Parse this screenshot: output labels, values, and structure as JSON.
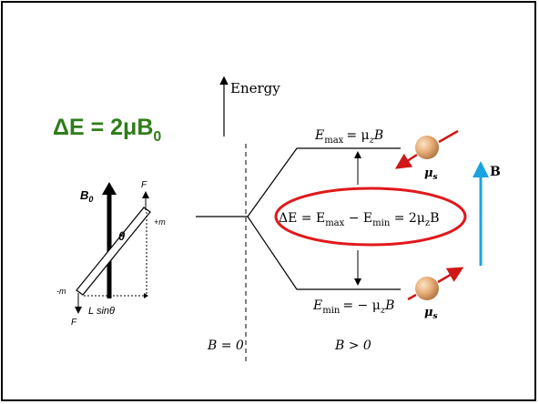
{
  "headline": {
    "delta_e": "ΔE = 2μB",
    "subscript": "0",
    "color": "#2e7d1a"
  },
  "energy_diagram": {
    "energy_axis_label": "Energy",
    "e_max_label": "E",
    "e_max_sub": "max",
    "e_max_rhs": "= μ",
    "e_max_rhs_sub": "z",
    "e_max_rhs_tail": "B",
    "e_min_label": "E",
    "e_min_sub": "min",
    "e_min_rhs": "= − μ",
    "e_min_rhs_sub": "z",
    "e_min_rhs_tail": "B",
    "delta_label": "ΔE = E",
    "delta_sub1": "max",
    "delta_mid": " −  E",
    "delta_sub2": "min",
    "delta_tail": " = 2μ",
    "delta_sub3": "z",
    "delta_end": "B",
    "b_zero_label": "B = 0",
    "b_positive_label": "B > 0",
    "b_field_label": "B",
    "mu_label": "μ",
    "mu_sub": "s",
    "highlight_color": "#e0191b",
    "field_arrow_color": "#1aa3e0"
  },
  "torque_sketch": {
    "b0_label": "B",
    "b0_sub": "0",
    "theta_label": "θ",
    "force_top": "F",
    "force_bottom": "F",
    "plus_m": "+m",
    "minus_m": "-m",
    "lever_label": "L sinθ"
  },
  "colors": {
    "sphere": "#e8b07a",
    "moment_arrow": "#d01818"
  }
}
